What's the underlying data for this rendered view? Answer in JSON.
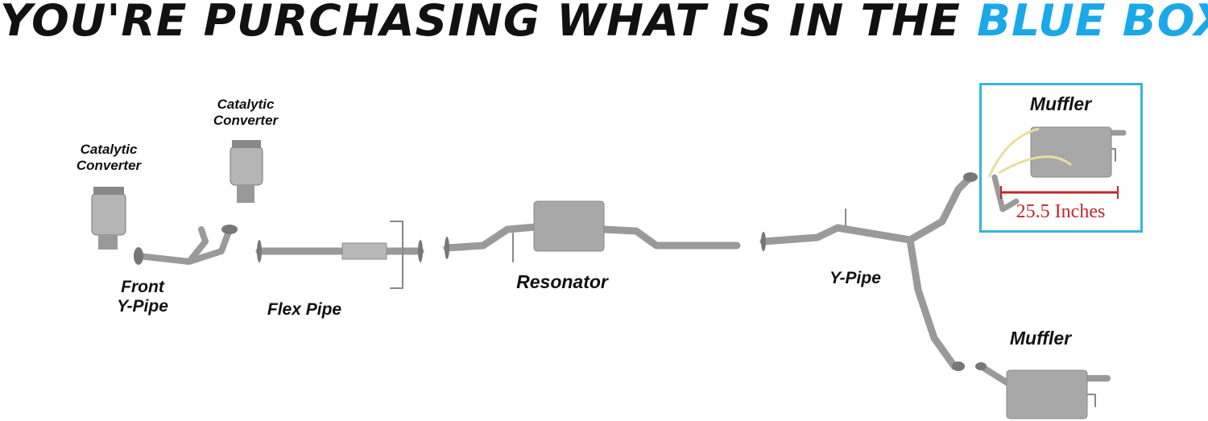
{
  "banner": {
    "prefix": "YOU'RE PURCHASING WHAT IS IN THE ",
    "highlight": "BLUE BOX"
  },
  "labels": {
    "cat1_line1": "Catalytic",
    "cat1_line2": "Converter",
    "cat2_line1": "Catalytic",
    "cat2_line2": "Converter",
    "front_line1": "Front",
    "front_line2": "Y-Pipe",
    "flex": "Flex Pipe",
    "resonator": "Resonator",
    "ypipe": "Y-Pipe",
    "muffler_box": "Muffler",
    "muffler_bottom": "Muffler"
  },
  "measurement": {
    "value": "25.5 Inches"
  },
  "colors": {
    "accent": "#3ab4e0",
    "highlight": "#1aa8e8",
    "measure": "#c0282a",
    "pipe": "#9a9a9a"
  }
}
